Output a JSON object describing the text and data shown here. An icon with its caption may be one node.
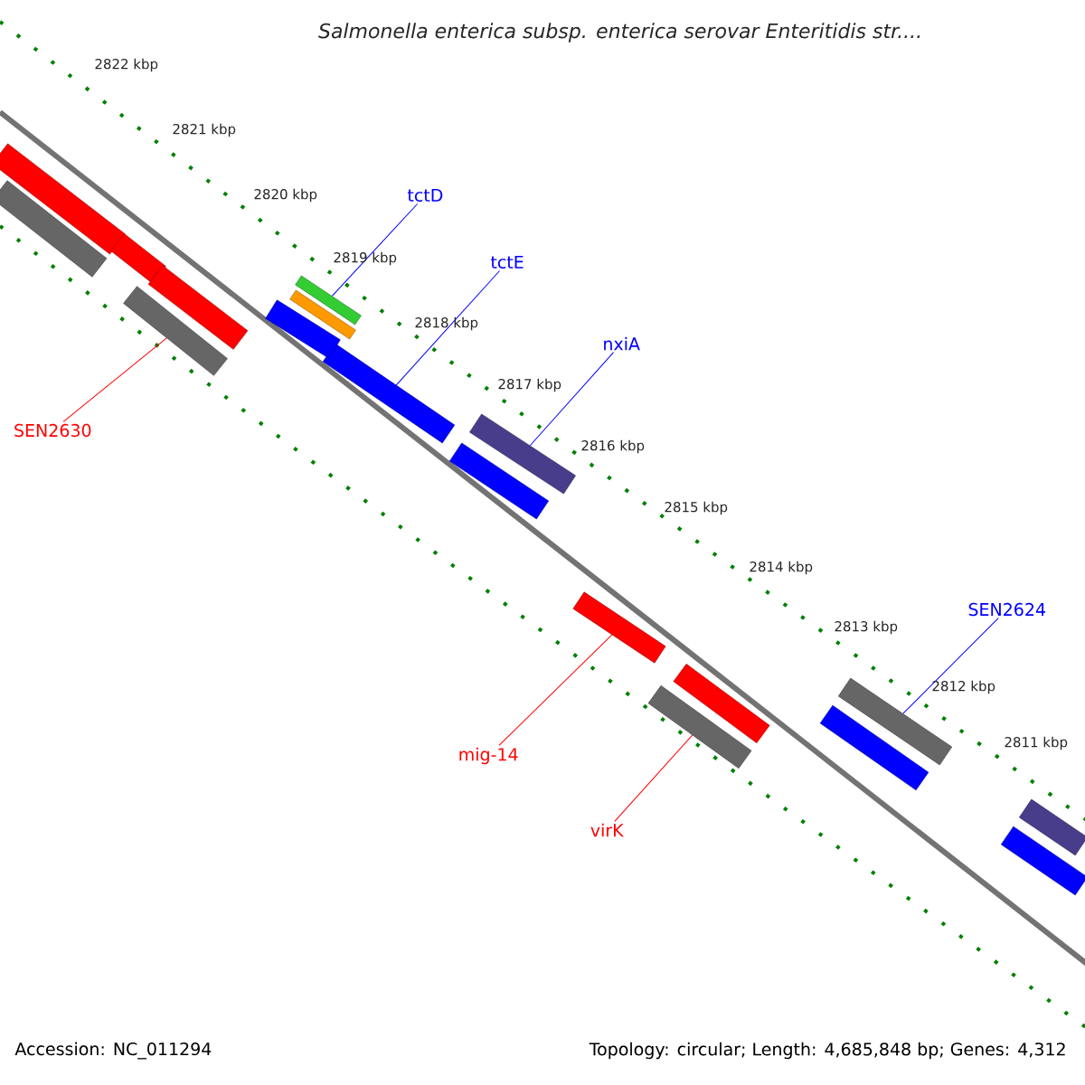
{
  "diagram": {
    "title": "Salmonella enterica subsp. enterica serovar Enteritidis str....",
    "nodes": [
      {
        "text": [
          "tctD"
        ]
      },
      {
        "text": [
          "tctE"
        ]
      },
      {
        "text": [
          "nxiA"
        ]
      },
      {
        "text": [
          "SEN2624"
        ]
      },
      {
        "text": [
          "SEN2630"
        ]
      },
      {
        "text": [
          "mig-14"
        ]
      },
      {
        "text": [
          "virK"
        ]
      },
      {
        "text": [],
        "shape": "bar"
      },
      {
        "text": [],
        "shape": "bar"
      },
      {
        "text": [],
        "shape": "bar"
      },
      {
        "text": [],
        "shape": "bar"
      },
      {
        "text": [],
        "shape": "bar"
      },
      {
        "text": [],
        "shape": "bar"
      },
      {
        "text": [],
        "shape": "bar"
      },
      {
        "text": [],
        "shape": "bar"
      },
      {
        "text": [],
        "shape": "bar"
      },
      {
        "text": [],
        "shape": "bar"
      },
      {
        "text": [],
        "shape": "bar"
      },
      {
        "text": [],
        "shape": "bar"
      },
      {
        "text": [],
        "shape": "bar"
      },
      {
        "text": [],
        "shape": "bar"
      },
      {
        "text": [],
        "shape": "bar"
      },
      {
        "text": [],
        "shape": "bar"
      },
      {
        "text": [],
        "shape": "bar"
      },
      {
        "text": [],
        "shape": "bar"
      }
    ],
    "edges": [
      {
        "from": 0,
        "to": 8,
        "arrow": "none"
      },
      {
        "from": 1,
        "to": 9,
        "arrow": "none"
      },
      {
        "from": 2,
        "to": 10,
        "arrow": "none"
      },
      {
        "from": 3,
        "to": 13,
        "arrow": "none"
      },
      {
        "from": 4,
        "to": 7,
        "arrow": "none",
        "color": "#ff0000"
      },
      {
        "from": 5,
        "to": 11,
        "arrow": "none",
        "color": "#ff0000"
      },
      {
        "from": 6,
        "to": 12,
        "arrow": "none",
        "color": "#ff0000"
      }
    ],
    "labels": [
      "2822 kbp",
      "2821 kbp",
      "2820 kbp",
      "2819 kbp",
      "2818 kbp",
      "2817 kbp",
      "2816 kbp",
      "2815 kbp",
      "2814 kbp",
      "2813 kbp",
      "2812 kbp",
      "2811 kbp",
      "Accession: NC_011294",
      "Topology: circular; Length: 4,685,848 bp; Genes: 4,312"
    ]
  }
}
